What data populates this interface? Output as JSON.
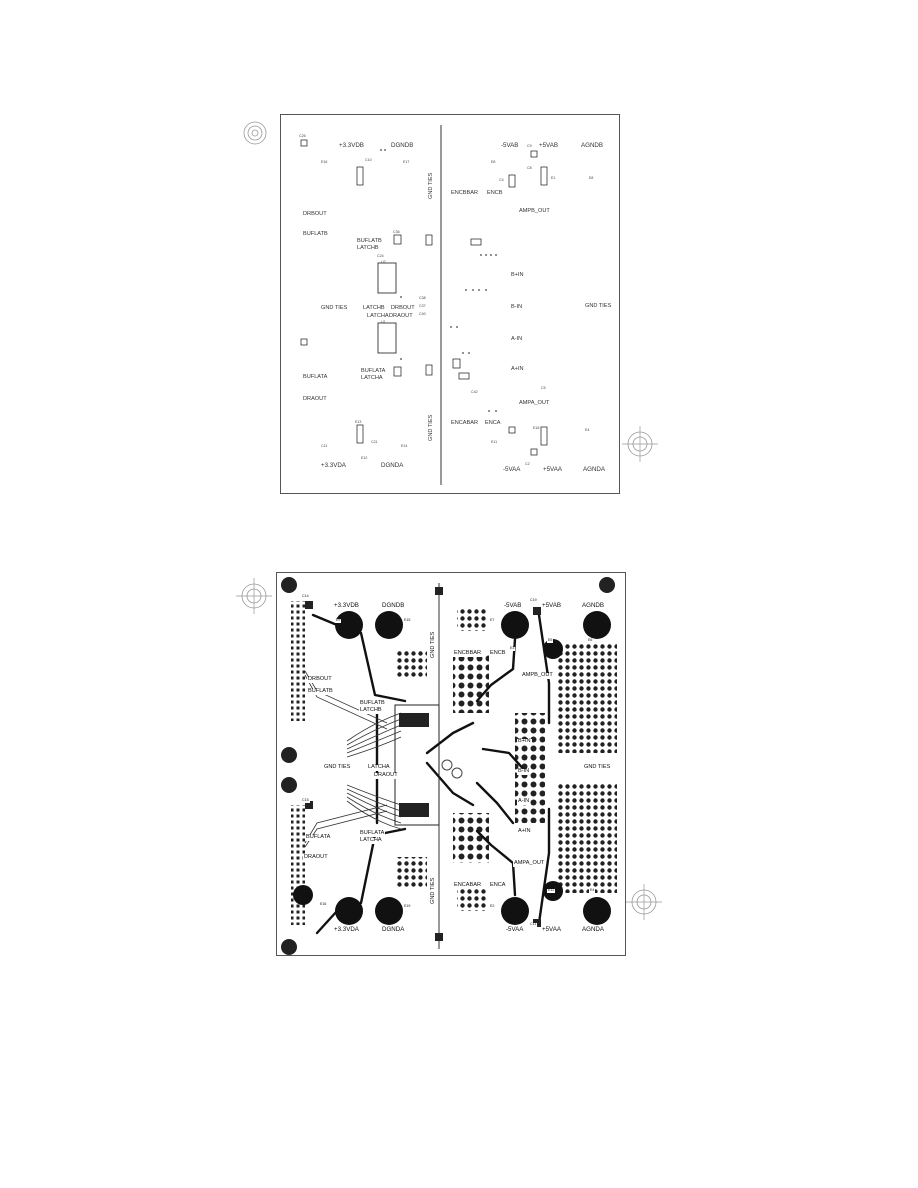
{
  "silkscreen": {
    "power_labels": {
      "p33vdb": "+3.3VDB",
      "dgndb": "DGNDB",
      "m5vab": "-5VAB",
      "p5vab": "+5VAB",
      "agndb": "AGNDB",
      "p33vda": "+3.3VDA",
      "dgnda": "DGNDA",
      "m5vaa": "-5VAA",
      "p5vaa": "+5VAA",
      "agnda": "AGNDA"
    },
    "signal_labels": {
      "dr_b_out": "DRBOUT",
      "buflatb_left": "BUFLATB",
      "buflatb_mid": "BUFLATB",
      "latchb": "LATCHB",
      "latchb_mid": "LATCHB",
      "drbout_mid": "DRBOUT",
      "latcha_mid": "LATCHA",
      "draout_mid": "DRAOUT",
      "gnd_ties_left": "GND TIES",
      "gnd_ties_right": "GND TIES",
      "gnd_ties_top": "GND TIES",
      "gnd_ties_bottom": "GND TIES",
      "buflata_left": "BUFLATA",
      "draout_left": "DRAOUT",
      "buflata_mid": "BUFLATA",
      "latcha": "LATCHA",
      "encbbar": "ENCBBAR",
      "encb": "ENCB",
      "ampb_out": "AMPB_OUT",
      "b_plus_in": "B+IN",
      "b_minus_in": "B-IN",
      "a_minus_in": "A-IN",
      "a_plus_in": "A+IN",
      "ampa_out": "AMPA_OUT",
      "encabar": "ENCABAR",
      "enca": "ENCA"
    },
    "refdes": [
      "C26",
      "C10",
      "E16",
      "E17",
      "E8",
      "C9",
      "C8",
      "E1",
      "C4",
      "C13",
      "L3",
      "E8",
      "E2",
      "C36",
      "R3",
      "C24",
      "U2",
      "C38",
      "C37",
      "C40",
      "C39",
      "C20",
      "U1",
      "C52",
      "C44",
      "C45",
      "C31",
      "C50",
      "R1",
      "C42",
      "C43",
      "C4",
      "C12",
      "E13",
      "C21",
      "C11",
      "E12",
      "E14",
      "E11",
      "E18",
      "E4",
      "C5",
      "C2"
    ]
  },
  "copper": {
    "power_labels": {
      "p33vdb": "+3.3VDB",
      "dgndb": "DGNDB",
      "m5vab": "-5VAB",
      "p5vab": "+5VAB",
      "agndb": "AGNDB",
      "p33vda": "+3.3VDA",
      "dgnda": "DGNDA",
      "m5vaa": "-5VAA",
      "p5vaa": "+5VAA",
      "agnda": "AGNDA"
    },
    "signal_labels": {
      "drbout": "DRBOUT",
      "buflatb": "BUFLATB",
      "buflatb_mid": "BUFLATB",
      "latchb": "LATCHB",
      "gnd_ties_left": "GND TIES",
      "gnd_ties_right": "GND TIES",
      "gnd_ties_top": "GND TIES",
      "gnd_ties_bottom": "GND TIES",
      "latcha": "LATCHA",
      "draout_mid": "DRAOUT",
      "buflata": "BUFLATA",
      "buflata_mid": "BUFLATA",
      "latcha_mid": "LATCHA",
      "draout": "DRAOUT",
      "encbbar": "ENCBBAR",
      "encb": "ENCB",
      "ampb_out": "AMPB_OUT",
      "b_plus_in": "B+IN",
      "b_minus_in": "B-IN",
      "a_minus_in": "A-IN",
      "a_plus_in": "A+IN",
      "ampa_out": "AMPA_OUT",
      "encabar": "ENCABAR",
      "enca": "ENCA"
    },
    "refdes": {
      "c14": "C14",
      "e9": "E9",
      "e15": "E15",
      "e7": "E7",
      "e10": "E10",
      "c19": "C19",
      "e5": "E5",
      "e6": "E6",
      "e3": "E3",
      "c15": "C15",
      "e16": "E16",
      "e19": "E19",
      "e12": "E12",
      "e2": "E2",
      "e4": "E4",
      "c11": "C11"
    }
  }
}
